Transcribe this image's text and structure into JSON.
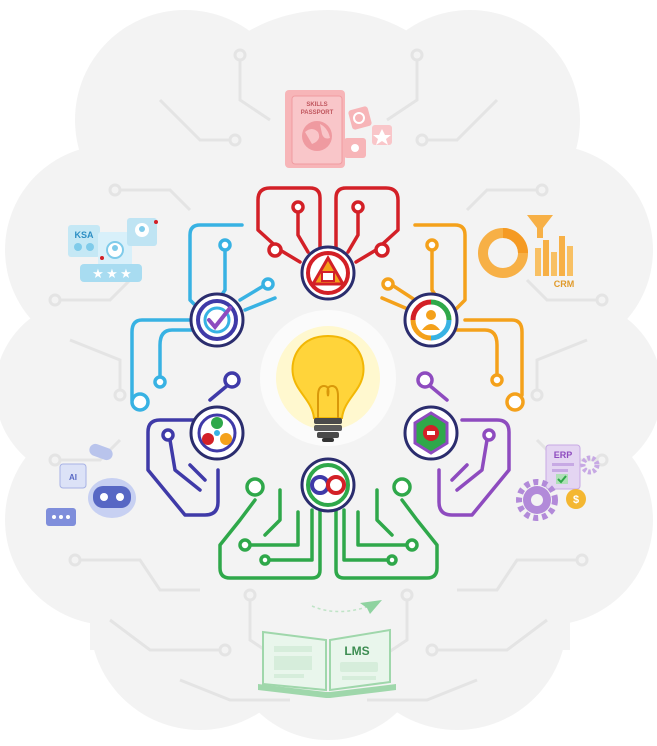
{
  "labels": {
    "passport_line1": "SKILLS",
    "passport_line2": "PASSPORT",
    "ksa": "KSA",
    "crm": "CRM",
    "ai": "AI",
    "erp": "ERP",
    "lms": "LMS"
  },
  "colors": {
    "brain": "#f2f2f2",
    "circuit_bg": "#e6e6e6",
    "red": "#d32027",
    "orange": "#f4a11b",
    "sky": "#38b2e3",
    "purple_right": "#8e4bbf",
    "indigo_left": "#3f3aa8",
    "green": "#2fa84a",
    "bulb": "#ffd43a",
    "bulb_glow": "#fff5c2"
  }
}
